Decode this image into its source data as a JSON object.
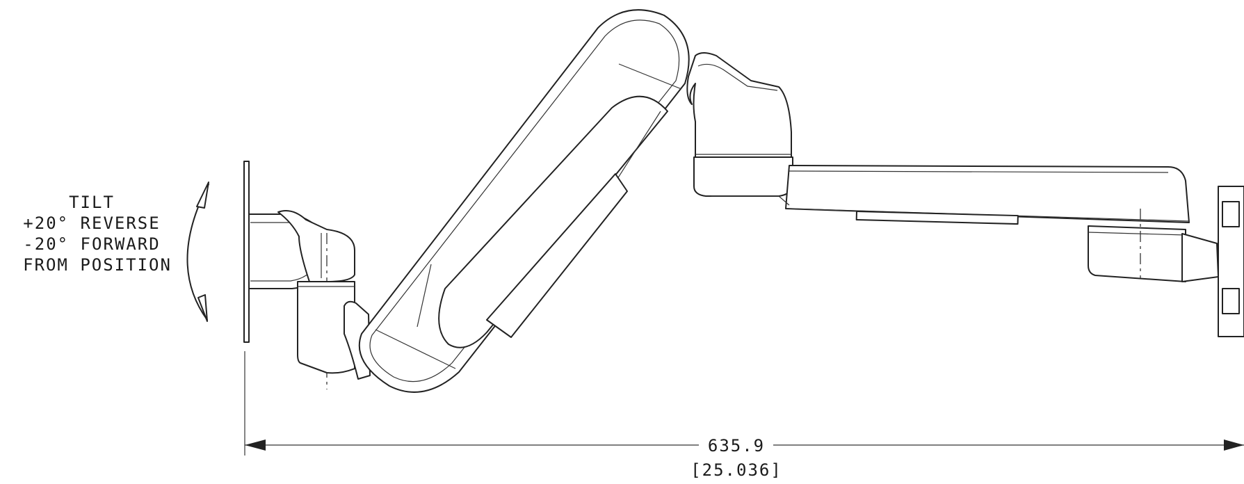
{
  "tilt_note": {
    "line1": "TILT",
    "line2": "+20° REVERSE",
    "line3": "-20° FORWARD",
    "line4": "FROM POSITION"
  },
  "dimension": {
    "value_mm": "635.9",
    "value_in": "[25.036]"
  },
  "colors": {
    "line": "#222222",
    "background": "#ffffff"
  }
}
